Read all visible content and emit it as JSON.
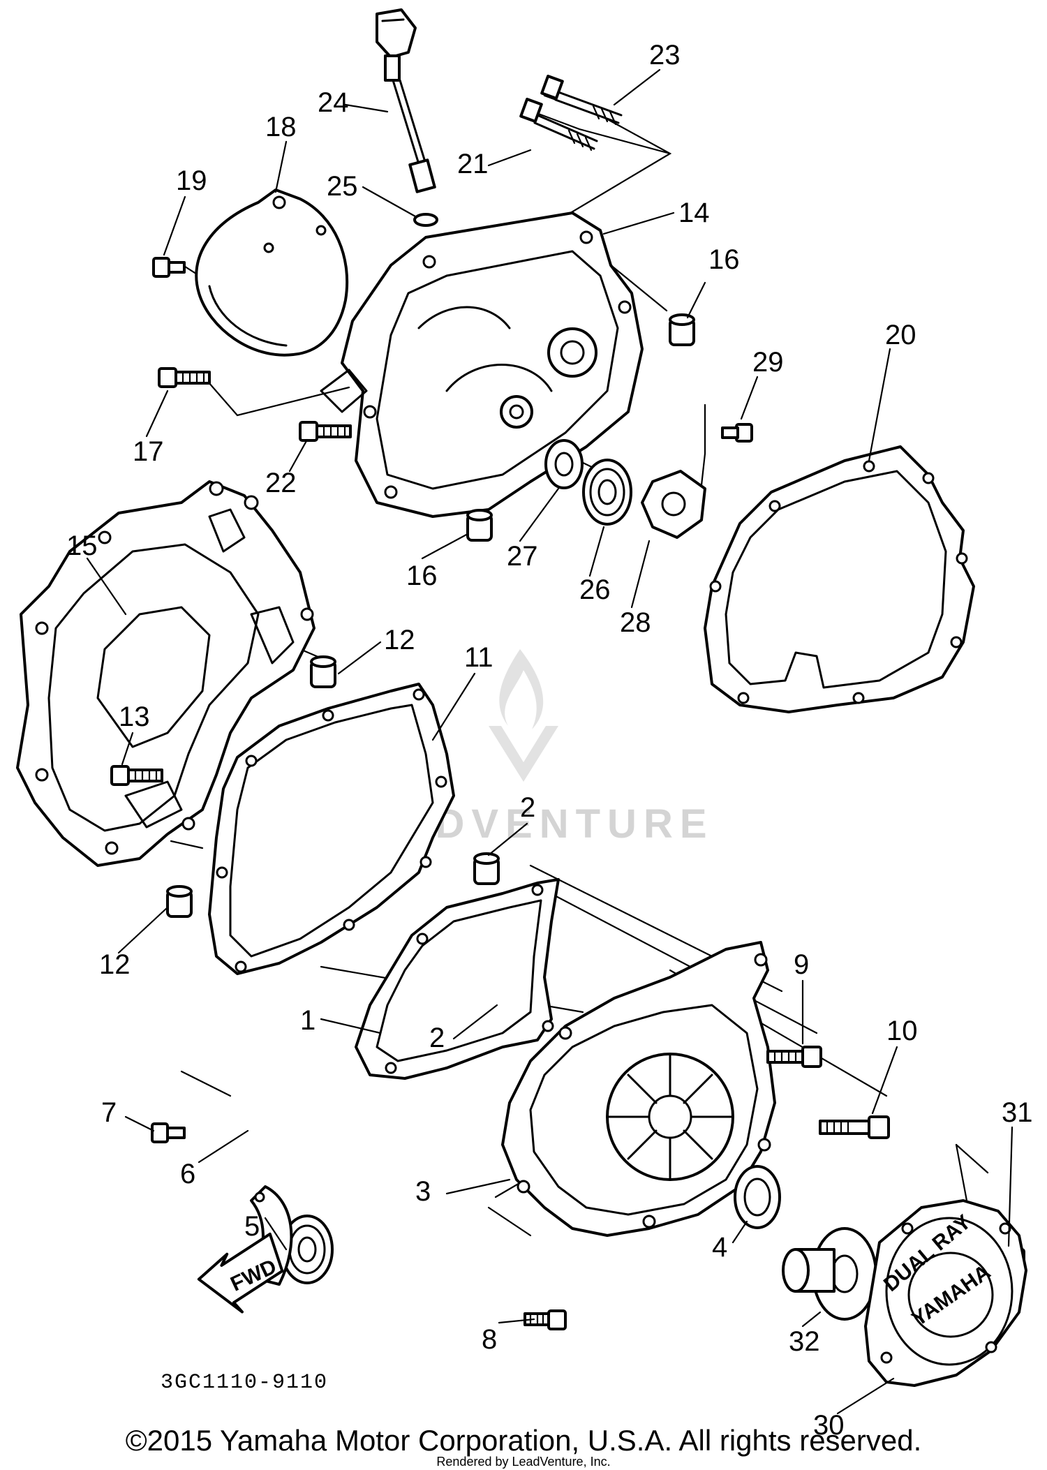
{
  "diagram": {
    "figure_code": "3GC1110-9110",
    "copyright": "©2015 Yamaha Motor Corporation, U.S.A. All rights reserved.",
    "rendered_by": "Rendered by LeadVenture, Inc.",
    "watermark": "LEADVENTURE",
    "fwd_label": "FWD",
    "cover_badge": {
      "brand": "YAMAHA",
      "model": "DUAL RAY"
    },
    "callouts": [
      {
        "id": "c1",
        "label": "1"
      },
      {
        "id": "c2a",
        "label": "2"
      },
      {
        "id": "c2b",
        "label": "2"
      },
      {
        "id": "c3",
        "label": "3"
      },
      {
        "id": "c4",
        "label": "4"
      },
      {
        "id": "c5",
        "label": "5"
      },
      {
        "id": "c6",
        "label": "6"
      },
      {
        "id": "c7",
        "label": "7"
      },
      {
        "id": "c8",
        "label": "8"
      },
      {
        "id": "c9",
        "label": "9"
      },
      {
        "id": "c10",
        "label": "10"
      },
      {
        "id": "c11",
        "label": "11"
      },
      {
        "id": "c12a",
        "label": "12"
      },
      {
        "id": "c12b",
        "label": "12"
      },
      {
        "id": "c13",
        "label": "13"
      },
      {
        "id": "c14",
        "label": "14"
      },
      {
        "id": "c15",
        "label": "15"
      },
      {
        "id": "c16a",
        "label": "16"
      },
      {
        "id": "c16b",
        "label": "16"
      },
      {
        "id": "c17",
        "label": "17"
      },
      {
        "id": "c18",
        "label": "18"
      },
      {
        "id": "c19",
        "label": "19"
      },
      {
        "id": "c20",
        "label": "20"
      },
      {
        "id": "c21",
        "label": "21"
      },
      {
        "id": "c22",
        "label": "22"
      },
      {
        "id": "c23",
        "label": "23"
      },
      {
        "id": "c24",
        "label": "24"
      },
      {
        "id": "c25",
        "label": "25"
      },
      {
        "id": "c26",
        "label": "26"
      },
      {
        "id": "c27",
        "label": "27"
      },
      {
        "id": "c28",
        "label": "28"
      },
      {
        "id": "c29",
        "label": "29"
      },
      {
        "id": "c30",
        "label": "30"
      },
      {
        "id": "c31",
        "label": "31"
      },
      {
        "id": "c32",
        "label": "32"
      }
    ]
  }
}
